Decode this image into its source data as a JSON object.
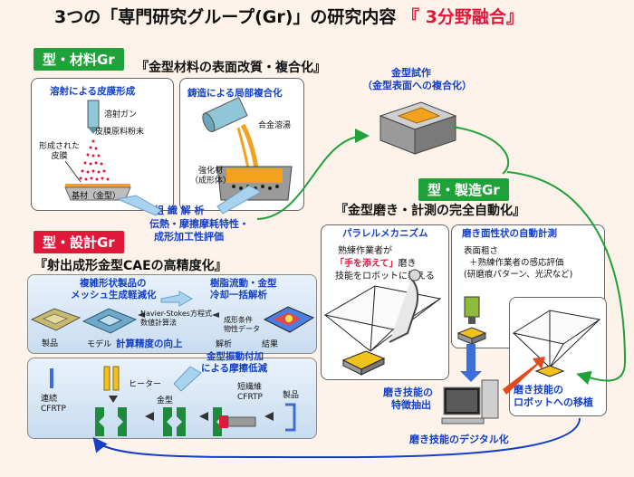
{
  "title": {
    "main": "3つの「専門研究グループ(Gr)」の研究内容",
    "accent": "『 3分野融合』"
  },
  "sections": {
    "material": {
      "tag": "型・材料Gr",
      "subtitle": "『金型材料の表面改質・複合化』",
      "panel1": {
        "heading": "溶射による皮膜形成",
        "gun": "溶射ガン",
        "powder": "皮膜原料粉末",
        "coating": "形成された\n皮膜",
        "base": "基材（金型）"
      },
      "panel2": {
        "heading": "鋳造による局部複合化",
        "alloy": "合金溶湯",
        "reinforce": "強化材\n（成形体）"
      },
      "analysis": {
        "title": "組 織 解 析",
        "line1": "伝熱・摩擦摩耗特性・",
        "line2": "成形加工性評価"
      },
      "trial": {
        "line1": "金型試作",
        "line2": "（金型表面への複合化）"
      }
    },
    "design": {
      "tag": "型・設計Gr",
      "subtitle": "『射出成形金型CAEの高精度化』",
      "mesh": {
        "line1": "複雑形状製品の",
        "line2": "メッシュ生成軽減化"
      },
      "resin": {
        "line1": "樹脂流動・金型",
        "line2": "冷却一括解析"
      },
      "navier": {
        "line1": "Navier-Stokes方程式",
        "line2": "数値計算法"
      },
      "cond": {
        "line1": "成形条件",
        "line2": "物性データ"
      },
      "product": "製品",
      "model": "モデル",
      "accuracy": "計算精度の向上",
      "analysis": "解析",
      "result": "結果",
      "vibration": {
        "line1": "金型振動付加",
        "line2": "による摩擦低減"
      },
      "heater": "ヒーター",
      "die": "金型",
      "cfrtp_cont": {
        "line1": "連続",
        "line2": "CFRTP"
      },
      "cfrtp_short": {
        "line1": "短繊維",
        "line2": "CFRTP"
      },
      "product2": "製品"
    },
    "manufacture": {
      "tag": "型・製造Gr",
      "subtitle": "『金型磨き・計測の完全自動化』",
      "parallel": {
        "heading": "パラレルメカニズム",
        "line1": "熟練作業者が",
        "highlight": "「手を添えて」",
        "after": "磨き",
        "line2": "技能をロボットに教える"
      },
      "measure": {
        "heading": "磨き面性状の自動計測",
        "line1": "表面粗さ",
        "line2": "＋熟練作業者の感応評価",
        "line3": "(研磨痕パターン、光沢など)"
      },
      "extract": {
        "line1": "磨き技能の",
        "line2": "特徴抽出"
      },
      "transfer": {
        "line1": "磨き技能の",
        "line2": "ロボットへの移植"
      },
      "digital": "磨き技能のデジタル化"
    }
  },
  "colors": {
    "accent_red": "#e2183a",
    "tag_green": "#21a13a",
    "callout_blue": "#1440c8",
    "background": "#fdf3ea"
  }
}
